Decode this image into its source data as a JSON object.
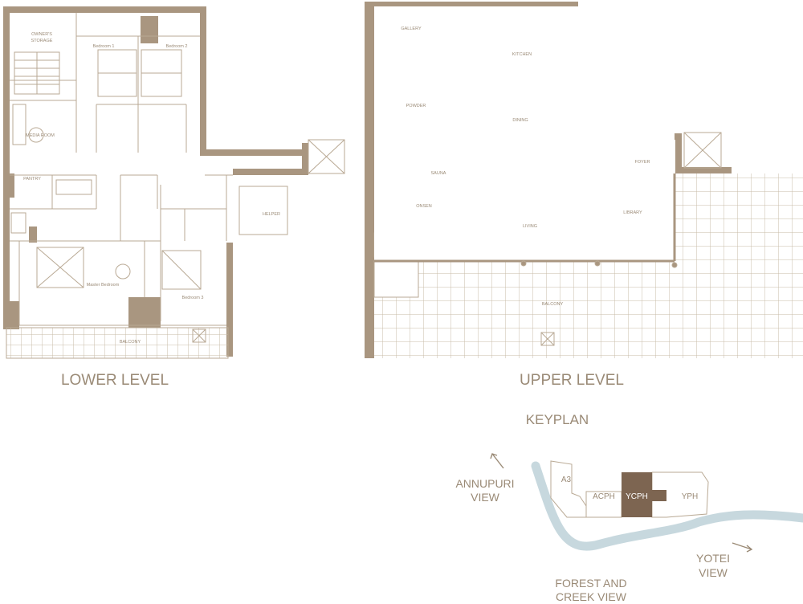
{
  "levels": {
    "lower": "LOWER LEVEL",
    "upper": "UPPER LEVEL"
  },
  "keyplan": {
    "title": "KEYPLAN",
    "units": [
      "A3",
      "ACPH",
      "YCPH",
      "YPH"
    ],
    "views": {
      "annupuri": [
        "ANNUPURI",
        "VIEW"
      ],
      "yotei": [
        "YOTEI",
        "VIEW"
      ],
      "forest": [
        "FOREST AND",
        "CREEK VIEW"
      ]
    }
  },
  "lower_rooms": {
    "owners_storage": [
      "OWNER'S",
      "STORAGE"
    ],
    "bedroom_1": "Bedroom 1",
    "bedroom_2": "Bedroom 2",
    "media_room": "MEDIA ROOM",
    "pantry": "PANTRY",
    "helper": "HELPER",
    "master_bedroom": "Master Bedroom",
    "bedroom_3": "Bedroom 3",
    "balcony": "BALCONY"
  },
  "upper_rooms": {
    "gallery": "GALLERY",
    "kitchen": "KITCHEN",
    "powder": "POWDER",
    "dining": "DINING",
    "foyer": "FOYER",
    "sauna": "SAUNA",
    "onsen": "ONSEN",
    "living": "LIVING",
    "library": "LIBRARY",
    "balcony": "BALCONY"
  },
  "colors": {
    "wall": "#a99680",
    "line": "#b9a994",
    "text": "#9a8a76",
    "accent": "#7d6551",
    "river": "#c7d8de"
  }
}
